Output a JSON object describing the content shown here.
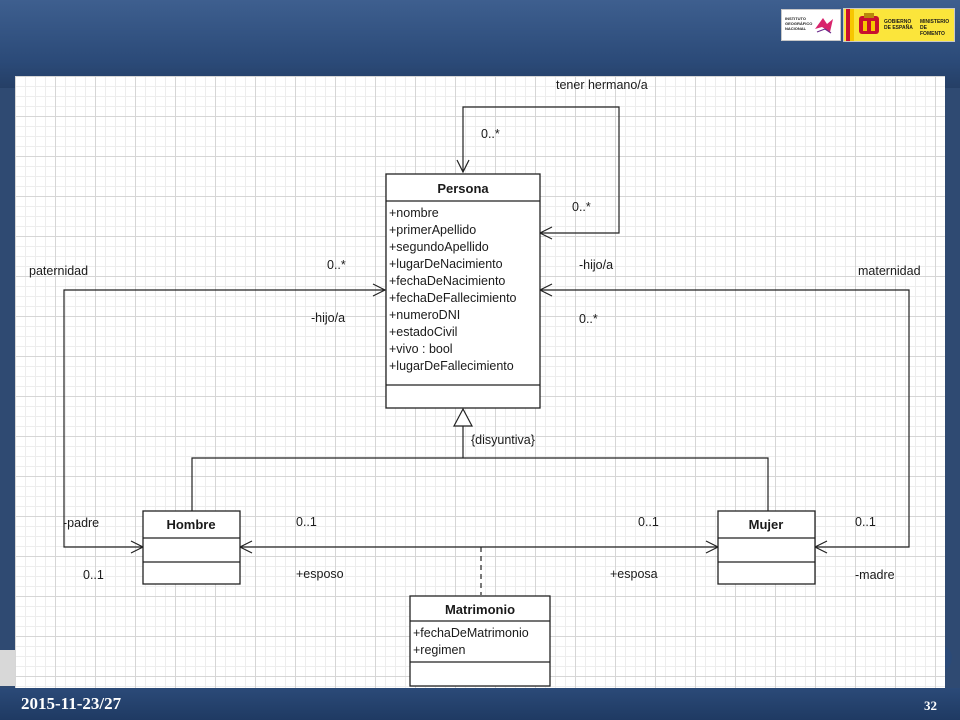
{
  "logos": {
    "ign_text": "INSTITUTO GEOGRÁFICO NACIONAL",
    "gov_text": "GOBIERNO DE ESPAÑA",
    "ministry_text": "MINISTERIO DE FOMENTO"
  },
  "classes": {
    "persona": {
      "name": "Persona",
      "attributes": [
        "+nombre",
        "+primerApellido",
        "+segundoApellido",
        "+lugarDeNacimiento",
        "+fechaDeNacimiento",
        "+fechaDeFallecimiento",
        "+numeroDNI",
        "+estadoCivil",
        "+vivo : bool",
        "+lugarDeFallecimiento"
      ]
    },
    "hombre": {
      "name": "Hombre"
    },
    "mujer": {
      "name": "Mujer"
    },
    "matrimonio": {
      "name": "Matrimonio",
      "attributes": [
        "+fechaDeMatrimonio",
        "+regimen"
      ]
    }
  },
  "labels": {
    "tener_hermano": "tener hermano/a",
    "hermano_mult_top": "0..*",
    "hermano_mult_right": "0..*",
    "paternidad": "paternidad",
    "paternidad_mult": "0..*",
    "hijo_left": "-hijo/a",
    "hijo_right": "-hijo/a",
    "maternidad": "maternidad",
    "maternidad_mult": "0..*",
    "disyuntiva": "{disyuntiva}",
    "padre": "-padre",
    "padre_mult": "0..1",
    "hombre_mult": "0..1",
    "esposo": "+esposo",
    "mujer_mult": "0..1",
    "esposa": "+esposa",
    "mujer_right_mult": "0..1",
    "madre": "-madre"
  },
  "footer": {
    "date": "2015-11-23/27",
    "page": "32"
  }
}
